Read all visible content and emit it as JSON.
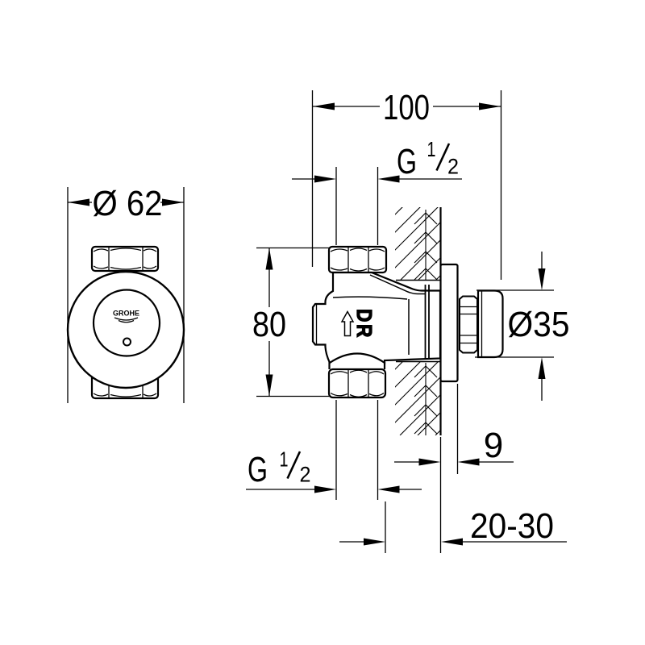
{
  "page": {
    "background": "#ffffff",
    "line_color": "#000000"
  },
  "drawing": {
    "type": "technical-dimension-drawing",
    "brand_logo": "GROHE",
    "body_marking": "DR",
    "dimensions": {
      "total_depth": "100",
      "faceplate_diameter": "Ø 62",
      "body_height": "80",
      "button_diameter": "Ø35",
      "escutcheon_offset": "9",
      "wall_distance_range": "20-30",
      "top_thread": {
        "letter": "G",
        "numerator": "1",
        "denominator": "2"
      },
      "bottom_thread": {
        "letter": "G",
        "numerator": "1",
        "denominator": "2"
      }
    }
  }
}
